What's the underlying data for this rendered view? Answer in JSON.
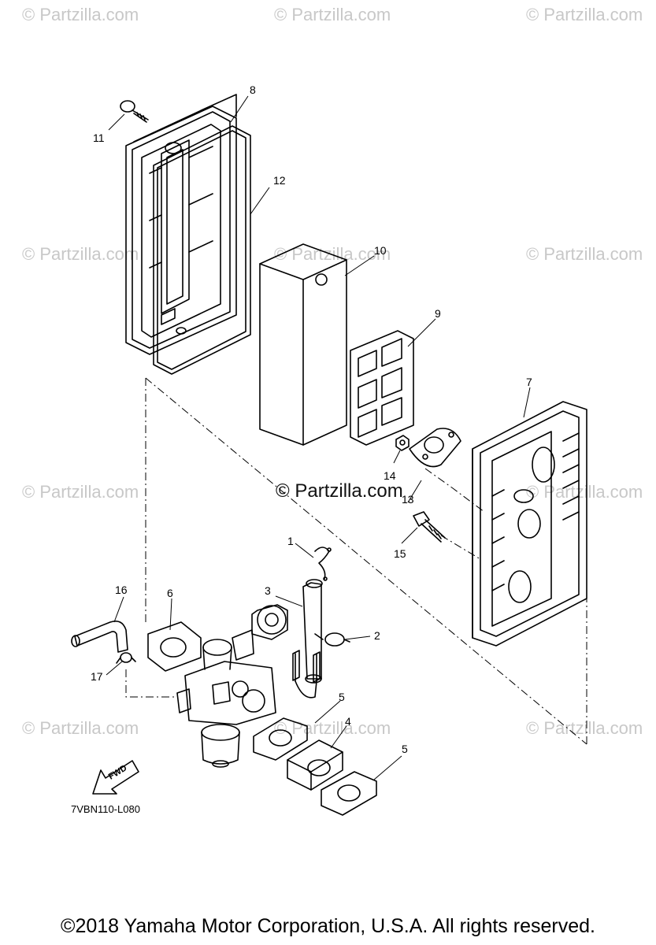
{
  "watermarks": {
    "text": "© Partzilla.com",
    "center_text": "© Partzilla.com"
  },
  "callouts": {
    "c1": "1",
    "c2": "2",
    "c3": "3",
    "c4": "4",
    "c5a": "5",
    "c5b": "5",
    "c6": "6",
    "c7": "7",
    "c8": "8",
    "c9": "9",
    "c10": "10",
    "c11": "11",
    "c12": "12",
    "c13": "13",
    "c14": "14",
    "c15": "15",
    "c16": "16",
    "c17": "17"
  },
  "fwd_label": "FWD",
  "diagram_code": "7VBN110-L080",
  "copyright": "©2018  Yamaha Motor Corporation, U.S.A. All rights reserved.",
  "colors": {
    "line": "#000000",
    "watermark": "#c8c8c8"
  }
}
